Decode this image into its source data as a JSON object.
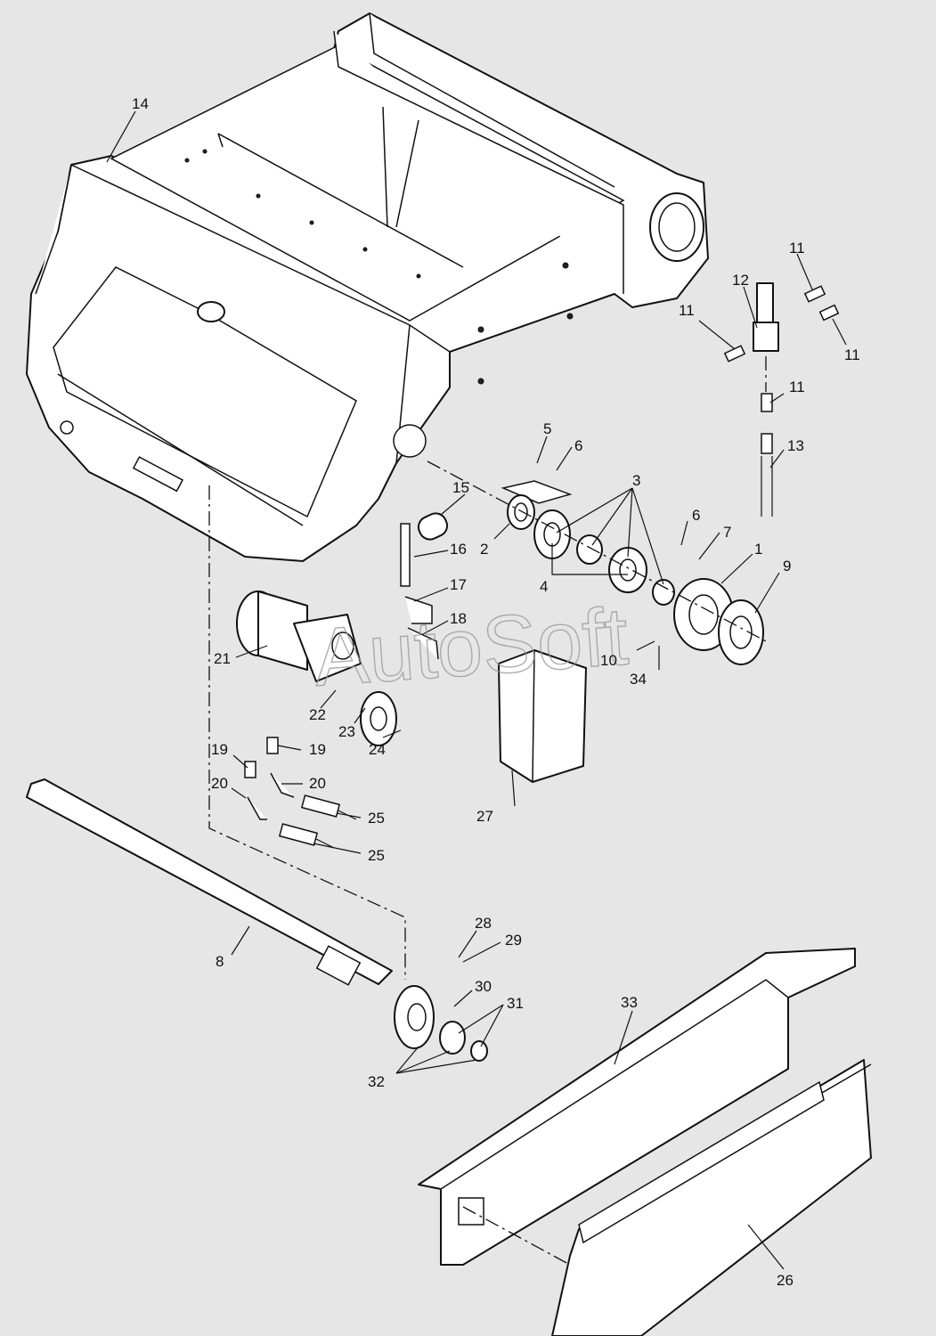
{
  "watermark": "AutoSoft",
  "colors": {
    "background": "#e6e6e6",
    "line": "#111111",
    "fill": "#ffffff",
    "watermark": "#9a9a9a"
  },
  "callouts": {
    "c1": "1",
    "c2": "2",
    "c3": "3",
    "c4": "4",
    "c5": "5",
    "c6a": "6",
    "c6b": "6",
    "c7": "7",
    "c8": "8",
    "c9": "9",
    "c10": "10",
    "c11a": "11",
    "c11b": "11",
    "c11c": "11",
    "c11d": "11",
    "c12": "12",
    "c13": "13",
    "c14": "14",
    "c15": "15",
    "c16": "16",
    "c17": "17",
    "c18": "18",
    "c19a": "19",
    "c19b": "19",
    "c20a": "20",
    "c20b": "20",
    "c21": "21",
    "c22": "22",
    "c23": "23",
    "c24": "24",
    "c25a": "25",
    "c25b": "25",
    "c26": "26",
    "c27": "27",
    "c28": "28",
    "c29": "29",
    "c30": "30",
    "c31": "31",
    "c32": "32",
    "c33": "33",
    "c34": "34"
  }
}
